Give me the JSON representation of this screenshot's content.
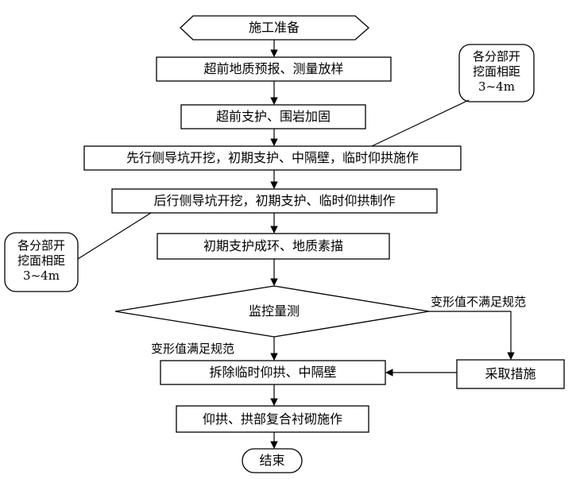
{
  "nodes": {
    "start": "施工准备",
    "s1": "超前地质预报、测量放样",
    "s2": "超前支护、围岩加固",
    "s3": "先行侧导坑开挖，初期支护、中隔壁，临时仰拱施作",
    "s4": "后行侧导坑开挖，初期支护、临时仰拱制作",
    "s5": "初期支护成环、地质素描",
    "decision": "监控量测",
    "measures": "采取措施",
    "s6": "拆除临时仰拱、中隔壁",
    "s7": "仰拱、拱部复合衬砌施作",
    "end": "结束"
  },
  "notes": {
    "right_line1": "各分部开",
    "right_line2": "挖面相距",
    "right_line3": "3~4m",
    "left_line1": "各分部开",
    "left_line2": "挖面相距",
    "left_line3": "3~4m"
  },
  "edges": {
    "not_satisfied": "变形值不满足规范",
    "satisfied": "变形值满足规范"
  }
}
